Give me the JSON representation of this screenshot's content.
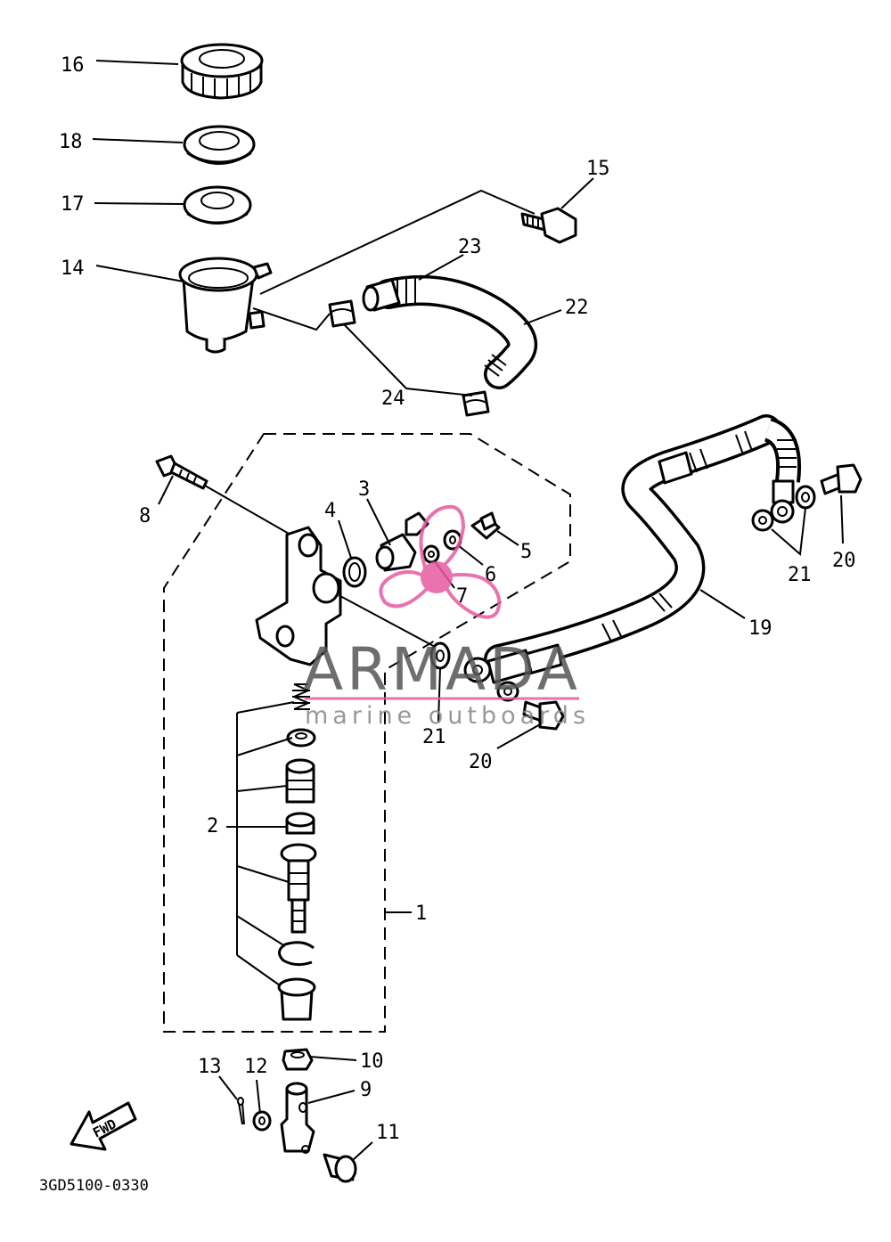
{
  "diagram": {
    "part_code": "3GD5100-0330",
    "fwd_label": "FWD",
    "callouts": {
      "c1": "1",
      "c2": "2",
      "c3": "3",
      "c4": "4",
      "c5": "5",
      "c6": "6",
      "c7": "7",
      "c8": "8",
      "c9": "9",
      "c10": "10",
      "c11": "11",
      "c12": "12",
      "c13": "13",
      "c14": "14",
      "c15": "15",
      "c16": "16",
      "c17": "17",
      "c18": "18",
      "c19": "19",
      "c20a": "20",
      "c20b": "20",
      "c21a": "21",
      "c21b": "21",
      "c22": "22",
      "c23": "23",
      "c24": "24"
    }
  },
  "watermark": {
    "brand": "ARMADA",
    "tagline": "marine outboards",
    "accent_color": "#e75aa0"
  }
}
